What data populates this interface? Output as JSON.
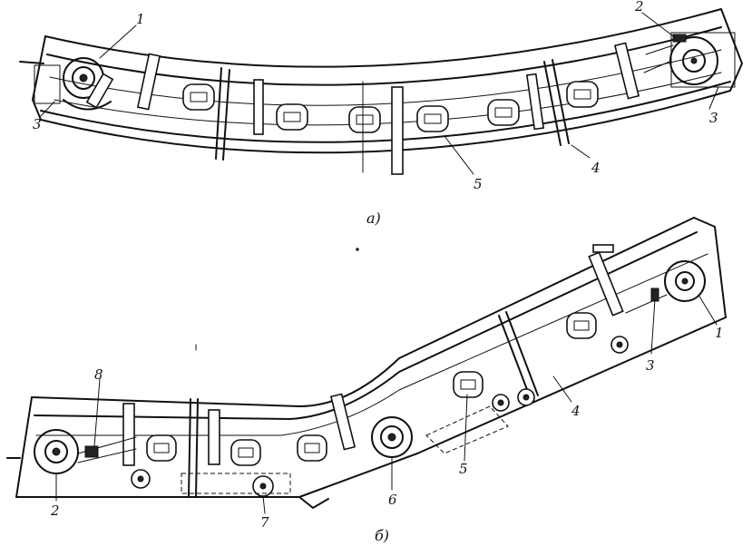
{
  "figure_a": {
    "caption": "а)",
    "labels": {
      "l1": "1",
      "l2": "2",
      "l3_left": "3",
      "l3_right": "3",
      "l4": "4",
      "l5": "5"
    }
  },
  "figure_b": {
    "caption": "б)",
    "labels": {
      "l1": "1",
      "l2": "2",
      "l3": "3",
      "l4": "4",
      "l5": "5",
      "l6": "6",
      "l7": "7",
      "l8": "8"
    }
  }
}
